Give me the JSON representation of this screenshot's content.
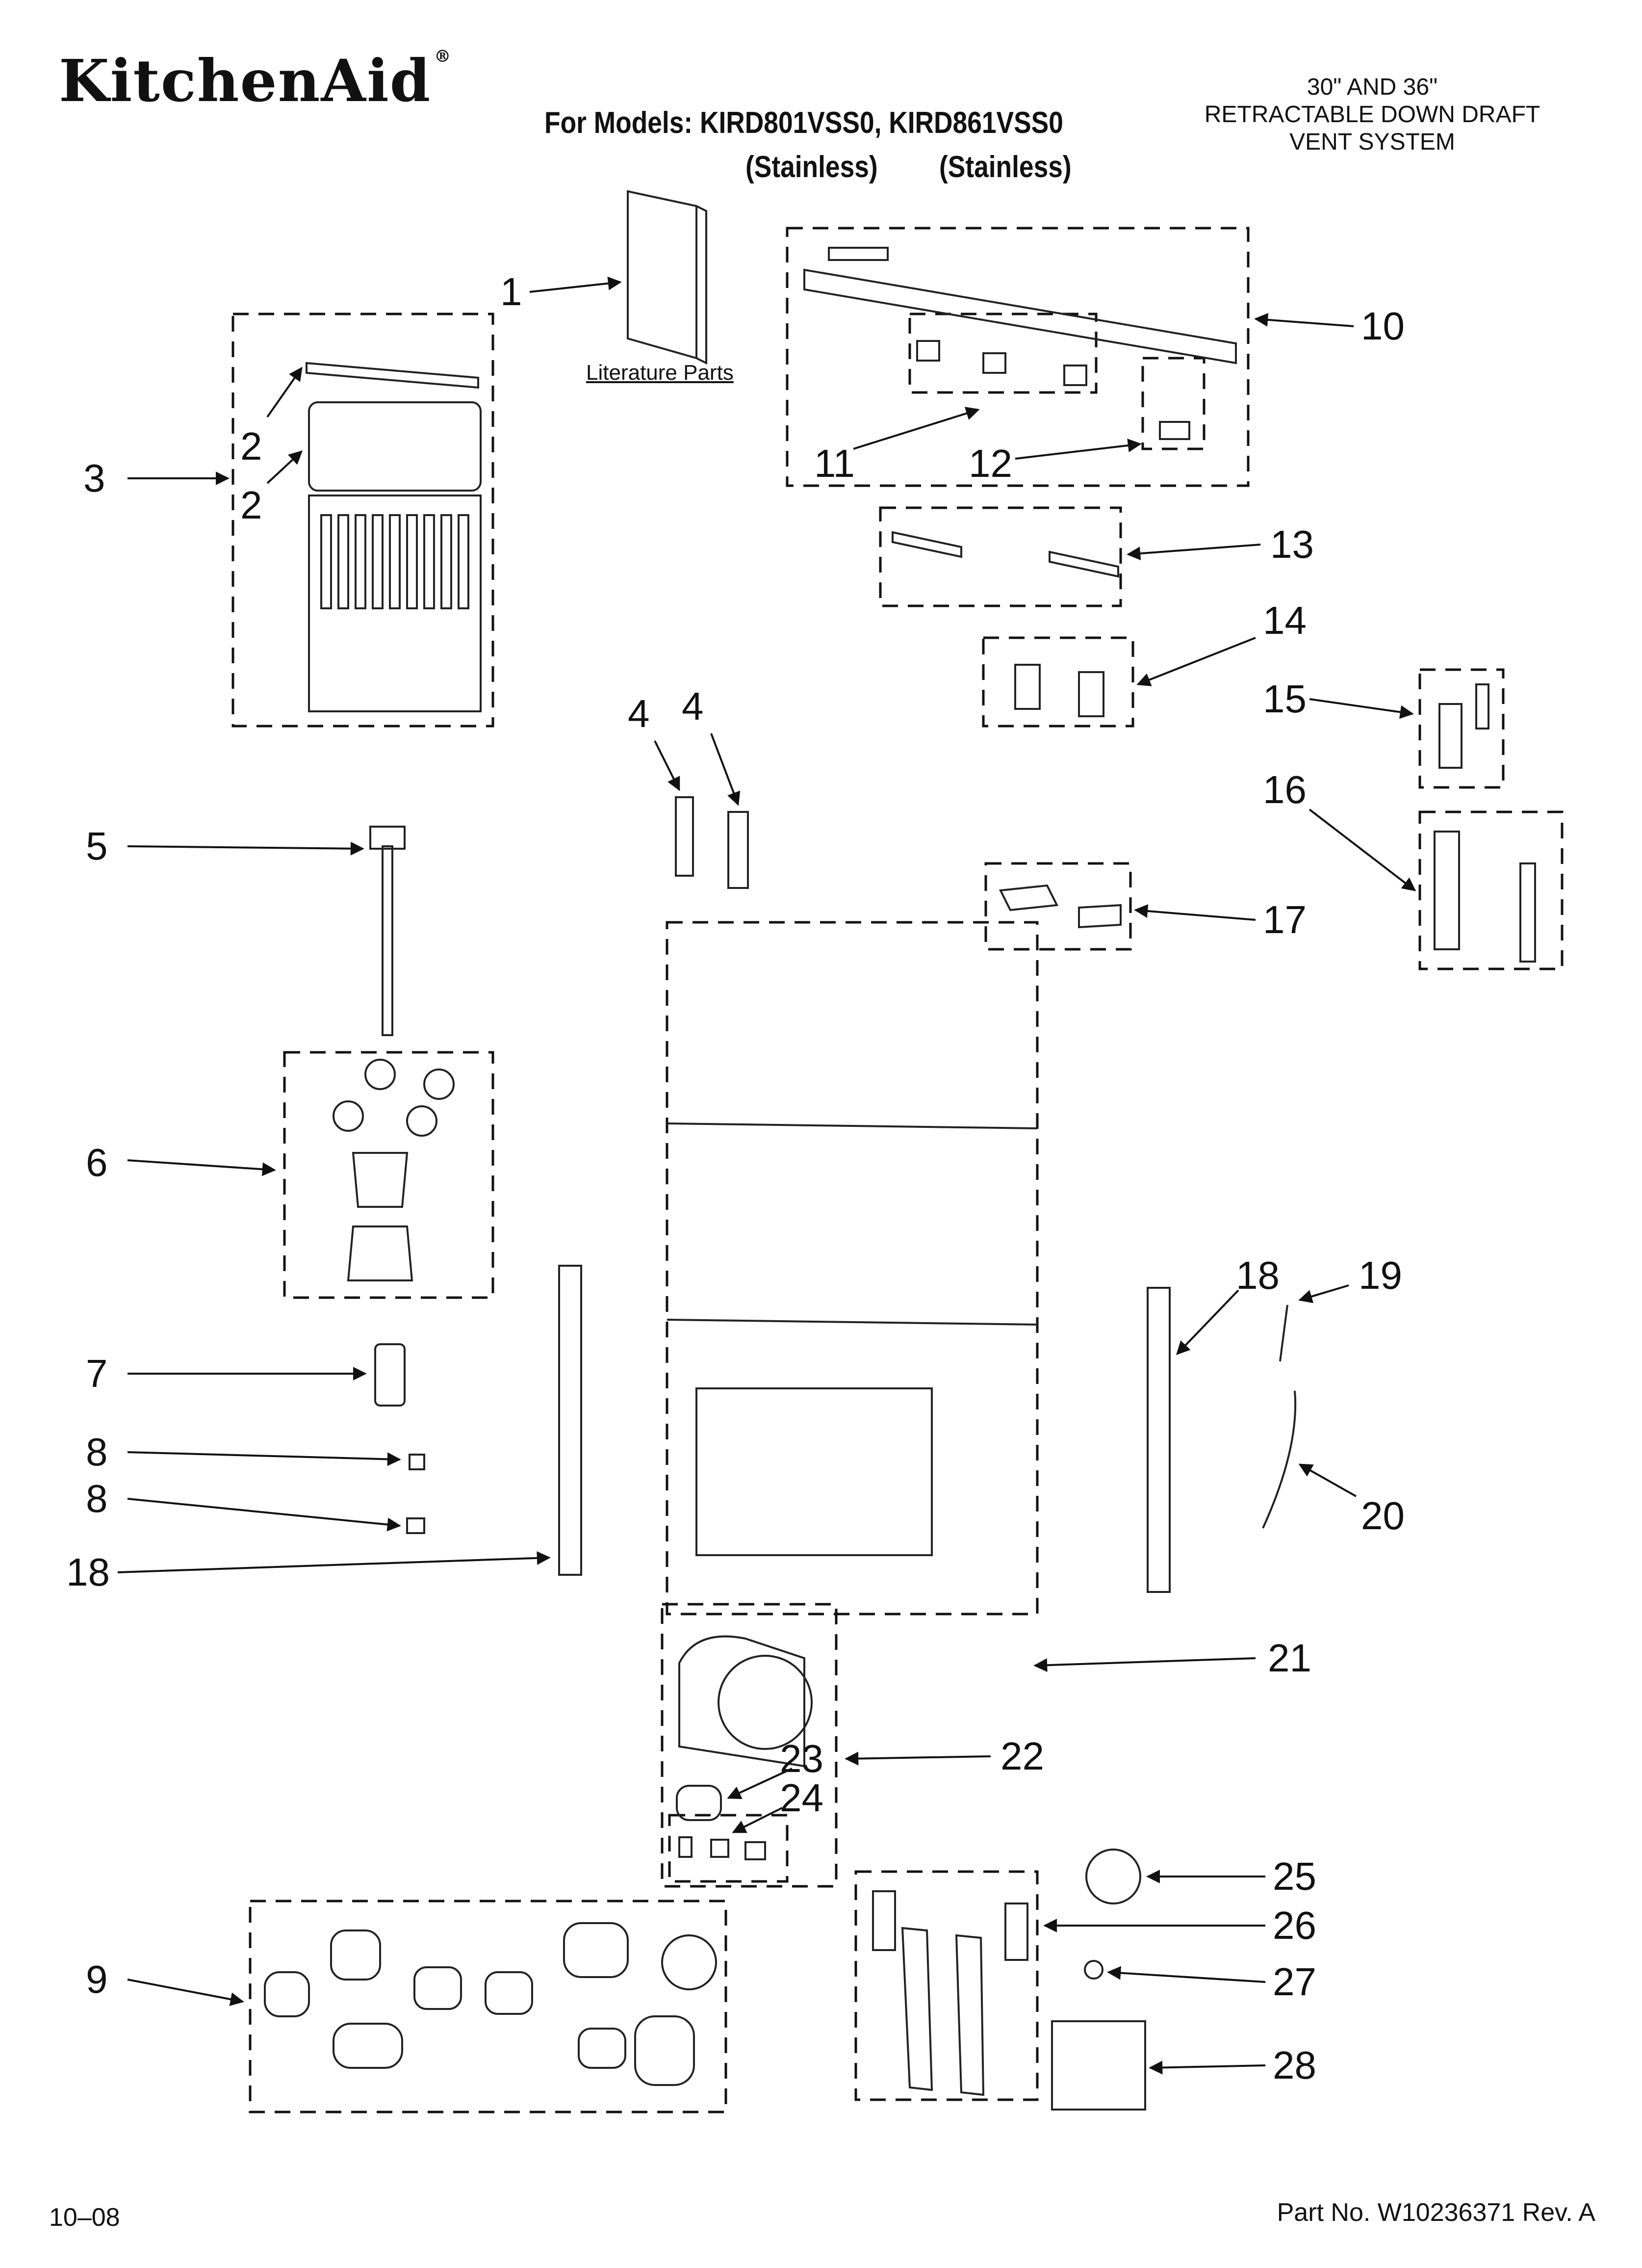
{
  "brand": "KitchenAid",
  "header": {
    "models_line": "For Models: KIRD801VSS0, KIRD861VSS0",
    "finish_1": "(Stainless)",
    "finish_2": "(Stainless)",
    "product_title": [
      "30\" AND 36\"",
      "RETRACTABLE DOWN DRAFT",
      "VENT SYSTEM"
    ]
  },
  "literature_label": "Literature Parts",
  "callouts": [
    "1",
    "2",
    "2",
    "3",
    "4",
    "4",
    "5",
    "6",
    "7",
    "8",
    "8",
    "9",
    "10",
    "11",
    "12",
    "13",
    "14",
    "15",
    "16",
    "17",
    "18",
    "18",
    "19",
    "20",
    "21",
    "22",
    "23",
    "24",
    "25",
    "26",
    "27",
    "28"
  ],
  "footer": {
    "date": "10–08",
    "part_no": "Part No. W10236371 Rev. A"
  }
}
